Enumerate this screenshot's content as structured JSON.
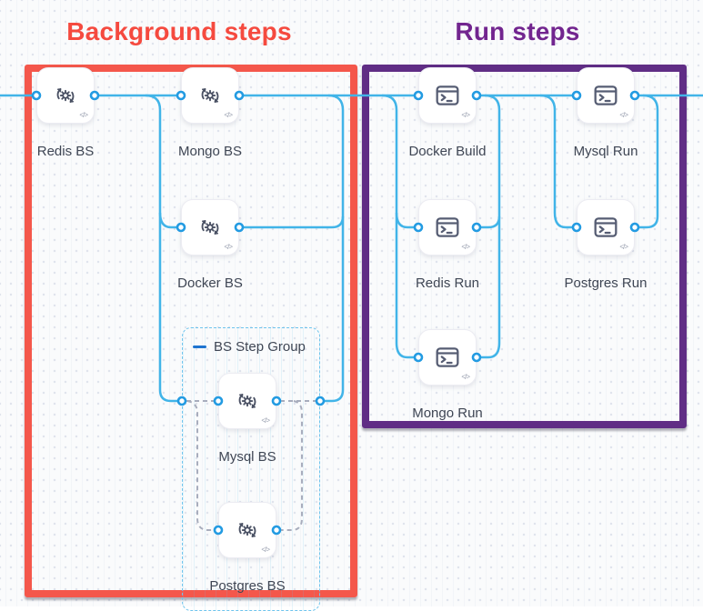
{
  "titles": {
    "background": "Background steps",
    "run": "Run steps"
  },
  "step_group": {
    "label": "BS Step Group"
  },
  "nodes": [
    {
      "id": "redis-bs",
      "label": "Redis BS",
      "kind": "background"
    },
    {
      "id": "mongo-bs",
      "label": "Mongo BS",
      "kind": "background"
    },
    {
      "id": "docker-bs",
      "label": "Docker BS",
      "kind": "background"
    },
    {
      "id": "mysql-bs",
      "label": "Mysql BS",
      "kind": "background",
      "group": "BS Step Group"
    },
    {
      "id": "postgres-bs",
      "label": "Postgres BS",
      "kind": "background",
      "group": "BS Step Group"
    },
    {
      "id": "docker-build",
      "label": "Docker Build",
      "kind": "run"
    },
    {
      "id": "mysql-run",
      "label": "Mysql Run",
      "kind": "run"
    },
    {
      "id": "redis-run",
      "label": "Redis Run",
      "kind": "run"
    },
    {
      "id": "postgres-run",
      "label": "Postgres Run",
      "kind": "run"
    },
    {
      "id": "mongo-run",
      "label": "Mongo Run",
      "kind": "run"
    }
  ],
  "edges": [
    {
      "from": "start",
      "to": "Redis BS"
    },
    {
      "from": "Redis BS",
      "to": "Mongo BS"
    },
    {
      "from": "Redis BS",
      "to": "Docker BS"
    },
    {
      "from": "Redis BS",
      "to": "BS Step Group"
    },
    {
      "from": "Mongo BS",
      "to": "Docker Build"
    },
    {
      "from": "Docker BS",
      "to": "Docker Build"
    },
    {
      "from": "BS Step Group",
      "to": "Docker Build"
    },
    {
      "from": "BS Step Group",
      "to": "Mysql BS"
    },
    {
      "from": "Mysql BS",
      "to": "Postgres BS"
    },
    {
      "from": "Docker Build",
      "to": "Redis Run"
    },
    {
      "from": "Docker Build",
      "to": "Mongo Run"
    },
    {
      "from": "Redis Run",
      "to": "Mysql Run"
    },
    {
      "from": "Mongo Run",
      "to": "Mysql Run"
    },
    {
      "from": "Mysql Run",
      "to": "Postgres Run"
    },
    {
      "from": "Mysql Run",
      "to": "end"
    }
  ],
  "ui": {
    "code_glyph": "</>"
  },
  "colors": {
    "title_red": "#f54a3f",
    "title_purple": "#72258f",
    "frame_red": "#f4574b",
    "frame_purple": "#602d85",
    "wire": "#41b4e8",
    "port_ring": "#239be2",
    "dash_gray": "#a8adbd",
    "group_border": "#6ec4ed",
    "collapse_blue": "#1e74d0",
    "label": "#3f4654"
  }
}
